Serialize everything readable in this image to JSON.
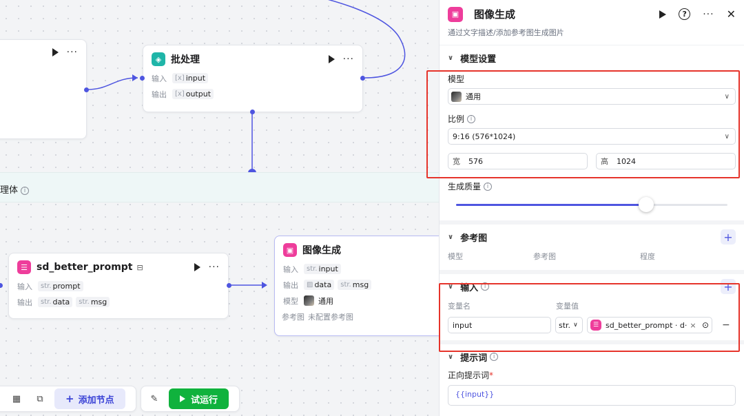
{
  "canvas": {
    "left_node": {},
    "batch_node": {
      "title": "批处理",
      "input_label": "输入",
      "output_label": "输出",
      "input_var": "input",
      "output_var": "output",
      "var_prefix": "[x]"
    },
    "group": {
      "label": "理体",
      "info": "i"
    },
    "sd_node": {
      "title": "sd_better_prompt",
      "input_label": "输入",
      "output_label": "输出",
      "type_prefix": "str.",
      "input_var": "prompt",
      "output_vars": [
        "data",
        "msg"
      ]
    },
    "img_node": {
      "title": "图像生成",
      "input_label": "输入",
      "output_label": "输出",
      "model_label": "模型",
      "ref_label": "参考图",
      "type_prefix": "str.",
      "input_var": "input",
      "output_vars": [
        "data",
        "msg"
      ],
      "model_value": "通用",
      "ref_value": "未配置参考图"
    },
    "toolbar": {
      "add_node": "添加节点",
      "test_run": "试运行"
    }
  },
  "panel": {
    "title": "图像生成",
    "description": "通过文字描述/添加参考图生成图片",
    "help": "?",
    "model_section": {
      "title": "模型设置",
      "model_label": "模型",
      "model_value": "通用",
      "ratio_label": "比例",
      "ratio_value": "9:16 (576*1024)",
      "width_label": "宽",
      "width_value": "576",
      "height_label": "高",
      "height_value": "1024",
      "quality_label": "生成质量",
      "quality_fraction": 0.7
    },
    "ref_section": {
      "title": "参考图",
      "columns": [
        "模型",
        "参考图",
        "程度"
      ]
    },
    "input_section": {
      "title": "输入",
      "col_name": "变量名",
      "col_value": "变量值",
      "var_name": "input",
      "var_type": "str.",
      "ref_value": "sd_better_prompt · d·"
    },
    "prompt_section": {
      "title": "提示词",
      "positive_label": "正向提示词",
      "required": "*",
      "positive_value": "{{input}}"
    }
  },
  "colors": {
    "accent": "#4e55e0",
    "run_green": "#10b23d",
    "highlight_red": "#e6332a",
    "batch_icon": "#1fb5a8",
    "sd_icon": "#ee3d9b",
    "img_icon": "#ee3d9b"
  }
}
